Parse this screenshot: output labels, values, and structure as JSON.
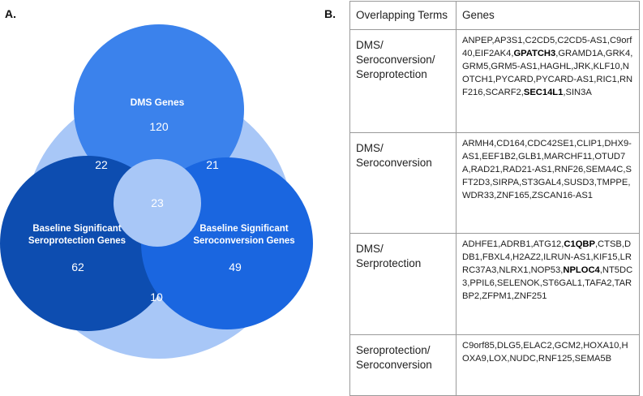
{
  "panel_a_label": "A.",
  "panel_b_label": "B.",
  "venn": {
    "colors": {
      "background": "#a8c7f7",
      "top": "#3b82ec",
      "left": "#0d4db0",
      "right": "#1a66e0",
      "center": "#a8c7f7",
      "text": "#ffffff"
    },
    "sets": {
      "top": {
        "label": "DMS Genes",
        "count": "120"
      },
      "left": {
        "label_line1": "Baseline Significant",
        "label_line2": "Seroprotection Genes",
        "count": "62"
      },
      "right": {
        "label_line1": "Baseline Significant",
        "label_line2": "Seroconversion Genes",
        "count": "49"
      }
    },
    "intersections": {
      "top_left": "22",
      "top_right": "21",
      "left_right": "10",
      "all": "23"
    }
  },
  "table": {
    "headers": [
      "Overlapping Terms",
      "Genes"
    ],
    "rows": [
      {
        "term_lines": [
          "DMS/",
          "Seroconversion/",
          "Seroprotection"
        ],
        "genes": [
          {
            "t": "ANPEP,AP3S1,C2CD5,C2CD5-AS1,C9orf40,EIF2AK4,"
          },
          {
            "t": "GPATCH3",
            "b": true
          },
          {
            "t": ",GRAMD1A,GRK4,GRM5,GRM5-AS1,HAGHL,JRK,KLF10,NOTCH1,PYCARD,PYCARD-AS1,RIC1,RNF216,SCARF2,"
          },
          {
            "t": "SEC14L1",
            "b": true
          },
          {
            "t": ",SIN3A"
          }
        ]
      },
      {
        "term_lines": [
          "DMS/",
          "Seroconversion"
        ],
        "genes": [
          {
            "t": "ARMH4,CD164,CDC42SE1,CLIP1,DHX9-AS1,EEF1B2,GLB1,MARCHF11,OTUD7A,RAD21,RAD21-AS1,RNF26,SEMA4C,SFT2D3,SIRPA,ST3GAL4,SUSD3,TMPPE,WDR33,ZNF165,ZSCAN16-AS1"
          }
        ]
      },
      {
        "term_lines": [
          "DMS/",
          "Serprotection"
        ],
        "genes": [
          {
            "t": "ADHFE1,ADRB1,ATG12,"
          },
          {
            "t": "C1QBP",
            "b": true
          },
          {
            "t": ",CTSB,DDB1,FBXL4,H2AZ2,ILRUN-AS1,KIF15,LRRC37A3,NLRX1,NOP53,"
          },
          {
            "t": "NPLOC4",
            "b": true
          },
          {
            "t": ",NT5DC3,PPIL6,SELENOK,ST6GAL1,TAFA2,TARBP2,ZFPM1,ZNF251"
          }
        ]
      },
      {
        "term_lines": [
          "Seroprotection/",
          "Seroconversion"
        ],
        "genes": [
          {
            "t": "C9orf85,DLG5,ELAC2,GCM2,HOXA10,HOXA9,LOX,NUDC,RNF125,SEMA5B"
          }
        ]
      }
    ]
  }
}
